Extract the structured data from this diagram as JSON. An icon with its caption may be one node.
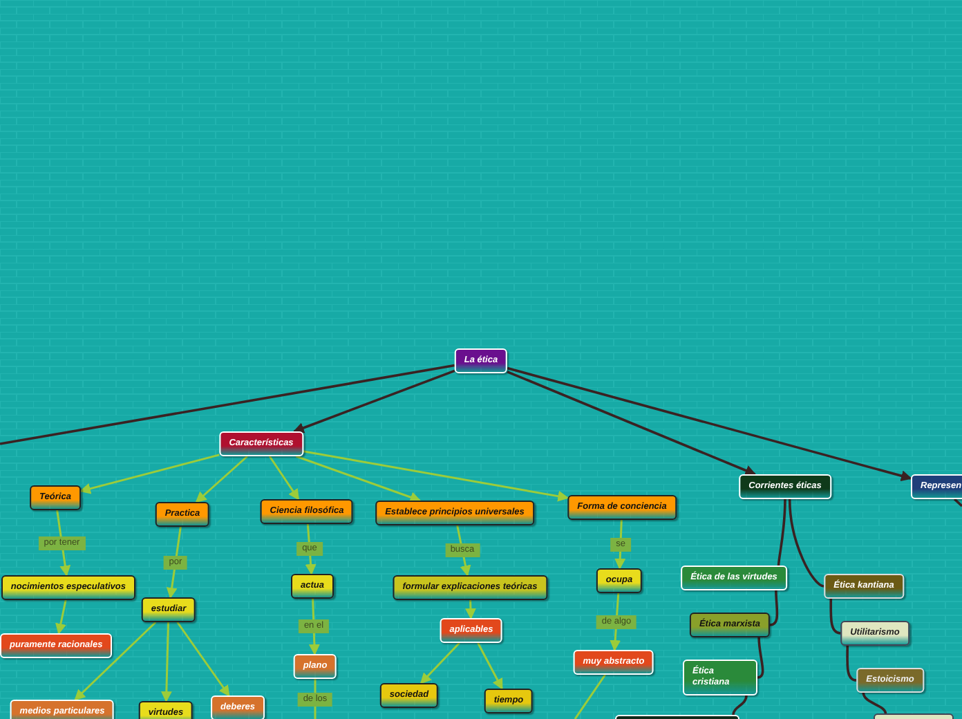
{
  "diagram": {
    "nodes": [
      {
        "text": [
          "La ética"
        ]
      },
      {
        "text": [
          "Características"
        ]
      },
      {
        "text": [
          "Teórica"
        ]
      },
      {
        "text": [
          "Practica"
        ]
      },
      {
        "text": [
          "Ciencia filosófica"
        ]
      },
      {
        "text": [
          "Establece principios universales"
        ]
      },
      {
        "text": [
          "Forma de conciencia"
        ]
      },
      {
        "text": [
          "Corrientes éticas"
        ]
      },
      {
        "text": [
          "Represen"
        ]
      },
      {
        "text": [
          "nocimientos especulativos"
        ]
      },
      {
        "text": [
          "puramente racionales"
        ]
      },
      {
        "text": [
          "estudiar"
        ]
      },
      {
        "text": [
          "medios particulares"
        ]
      },
      {
        "text": [
          "virtudes"
        ]
      },
      {
        "text": [
          "deberes"
        ]
      },
      {
        "text": [
          "actua"
        ]
      },
      {
        "text": [
          "plano"
        ]
      },
      {
        "text": [
          "formular explicaciones teóricas"
        ]
      },
      {
        "text": [
          "aplicables"
        ]
      },
      {
        "text": [
          "sociedad"
        ]
      },
      {
        "text": [
          "tiempo"
        ]
      },
      {
        "text": [
          "ocupa"
        ]
      },
      {
        "text": [
          "muy abstracto"
        ]
      },
      {
        "text": [
          "Ética de las virtudes"
        ]
      },
      {
        "text": [
          "Ética kantiana"
        ]
      },
      {
        "text": [
          "Ética marxista"
        ]
      },
      {
        "text": [
          "Utilitarismo"
        ]
      },
      {
        "text": [
          "Ética cristiana"
        ]
      },
      {
        "text": [
          "Estoicismo"
        ]
      },
      {
        "text": [],
        "shape": "box"
      },
      {
        "text": [],
        "shape": "box"
      }
    ],
    "edges": [
      {
        "from": 0,
        "to": 1,
        "arrow": "to",
        "color": "#3a2222"
      },
      {
        "from": 0,
        "to": null,
        "arrow": "none",
        "color": "#3a2222"
      },
      {
        "from": 0,
        "to": 7,
        "arrow": "to",
        "color": "#3a2222"
      },
      {
        "from": 0,
        "to": 8,
        "arrow": "to",
        "color": "#3a2222"
      },
      {
        "from": 1,
        "to": 2,
        "arrow": "to"
      },
      {
        "from": 1,
        "to": 3,
        "arrow": "to"
      },
      {
        "from": 1,
        "to": 4,
        "arrow": "to"
      },
      {
        "from": 1,
        "to": 5,
        "arrow": "to"
      },
      {
        "from": 1,
        "to": 6,
        "arrow": "to"
      },
      {
        "from": 2,
        "to": 9,
        "arrow": "to",
        "label": "por tener"
      },
      {
        "from": 9,
        "to": 10,
        "arrow": "to"
      },
      {
        "from": 3,
        "to": 11,
        "arrow": "to",
        "label": "por"
      },
      {
        "from": 11,
        "to": 12,
        "arrow": "to"
      },
      {
        "from": 11,
        "to": 13,
        "arrow": "to"
      },
      {
        "from": 11,
        "to": 14,
        "arrow": "to"
      },
      {
        "from": 4,
        "to": 15,
        "arrow": "to",
        "label": "que"
      },
      {
        "from": 15,
        "to": 16,
        "arrow": "to",
        "label": "en el"
      },
      {
        "from": 16,
        "to": null,
        "arrow": "none",
        "label": "de los"
      },
      {
        "from": 5,
        "to": 17,
        "arrow": "to",
        "label": "busca"
      },
      {
        "from": 17,
        "to": 18,
        "arrow": "to"
      },
      {
        "from": 18,
        "to": 19,
        "arrow": "to"
      },
      {
        "from": 18,
        "to": 20,
        "arrow": "to"
      },
      {
        "from": 6,
        "to": 21,
        "arrow": "to",
        "label": "se"
      },
      {
        "from": 21,
        "to": 22,
        "arrow": "to",
        "label": "de algo"
      },
      {
        "from": 22,
        "to": null,
        "arrow": "none"
      },
      {
        "from": 7,
        "to": 23,
        "arrow": "none",
        "color": "#3a2222"
      },
      {
        "from": 23,
        "to": 25,
        "arrow": "none",
        "color": "#3a2222"
      },
      {
        "from": 25,
        "to": 27,
        "arrow": "none",
        "color": "#3a2222"
      },
      {
        "from": 27,
        "to": 29,
        "arrow": "none",
        "color": "#3a2222"
      },
      {
        "from": 7,
        "to": 24,
        "arrow": "none",
        "color": "#3a2222"
      },
      {
        "from": 24,
        "to": 26,
        "arrow": "none",
        "color": "#3a2222"
      },
      {
        "from": 26,
        "to": 28,
        "arrow": "none",
        "color": "#3a2222"
      },
      {
        "from": 28,
        "to": 30,
        "arrow": "none",
        "color": "#3a2222"
      },
      {
        "from": 8,
        "to": null,
        "arrow": "none",
        "color": "#3a2222"
      }
    ]
  }
}
